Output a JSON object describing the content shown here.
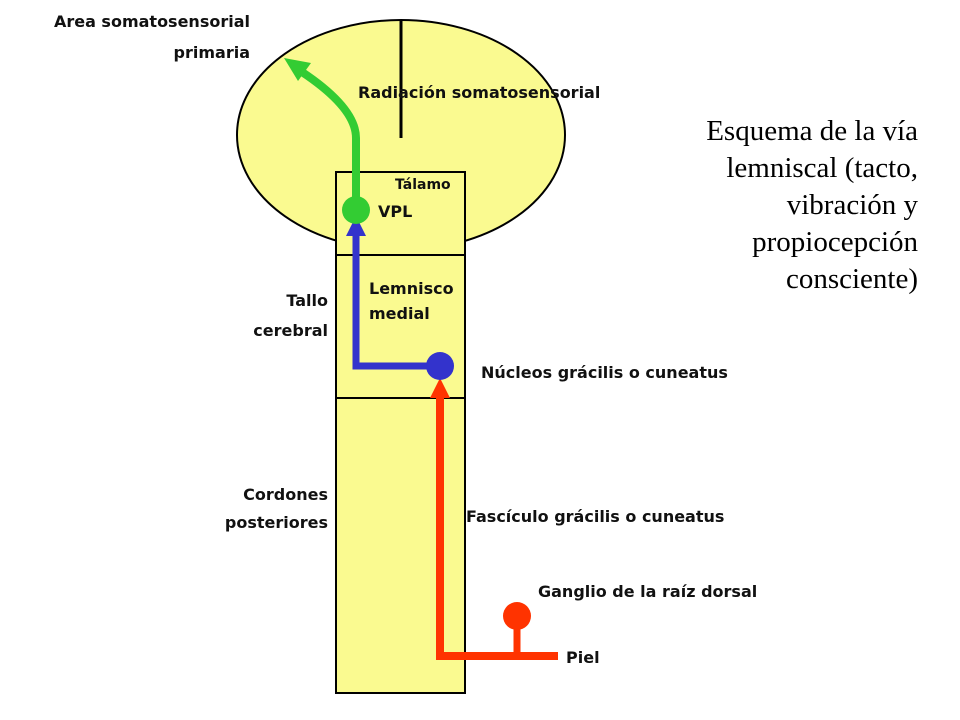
{
  "title_lines": [
    "Esquema de la vía",
    "lemniscal (tacto,",
    "vibración y",
    "propiocepción",
    "consciente)"
  ],
  "labels": {
    "area_line1": "Area somatosensorial",
    "area_line2": "primaria",
    "radiacion": "Radiación somatosensorial",
    "talamo": "Tálamo",
    "vpl": "VPL",
    "tallo_line1": "Tallo",
    "tallo_line2": "cerebral",
    "lemnisco_line1": "Lemnisco",
    "lemnisco_line2": "medial",
    "nucleos": "Núcleos grácilis o cuneatus",
    "cordones_line1": "Cordones",
    "cordones_line2": "posteriores",
    "fasciculo": "Fascículo grácilis o cuneatus",
    "ganglio": "Ganglio de la raíz dorsal",
    "piel": "Piel"
  },
  "colors": {
    "brain_fill": "#fafa90",
    "outline": "#000000",
    "green_path": "#33cc33",
    "blue_path": "#3333cc",
    "red_path": "#ff3300"
  }
}
